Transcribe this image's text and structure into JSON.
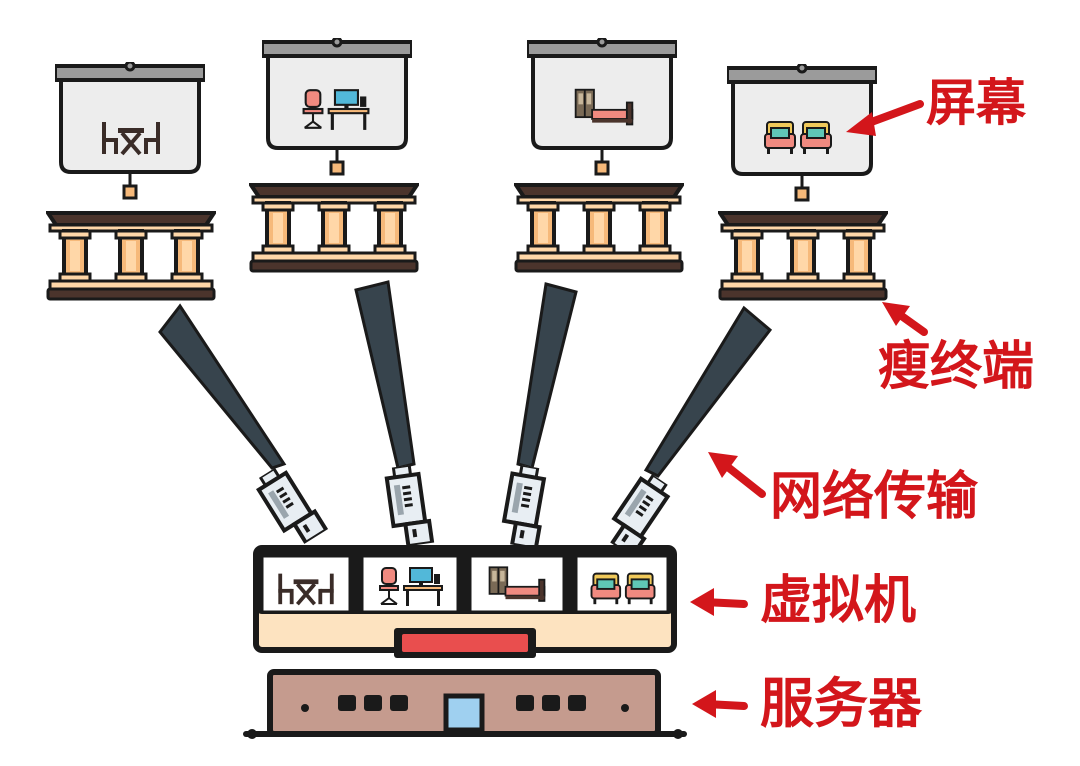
{
  "labels": {
    "screen": "屏幕",
    "thin_client": "瘦终端",
    "network": "网络传输",
    "vm": "虚拟机",
    "server": "服务器"
  },
  "colors": {
    "outline": "#1a1a1a",
    "screen_fill": "#ededed",
    "screen_bar": "#9b9b9b",
    "terminal_dark": "#4b342c",
    "terminal_light": "#ffd7a8",
    "column": "#f6b97a",
    "beam": "#37444d",
    "projector": "#e8eef3",
    "vm_band": "#fde3c0",
    "vm_red": "#e94e4e",
    "server_fill": "#c59b8e",
    "server_window": "#9fd0f0",
    "label_red": "#d3161b"
  },
  "screens": [
    {
      "icon": "dining-table-icon"
    },
    {
      "icon": "office-desk-icon"
    },
    {
      "icon": "bedroom-icon"
    },
    {
      "icon": "sofa-icon"
    }
  ],
  "vm_panels": [
    {
      "icon": "dining-table-icon"
    },
    {
      "icon": "office-desk-icon"
    },
    {
      "icon": "bedroom-icon"
    },
    {
      "icon": "sofa-icon"
    }
  ]
}
